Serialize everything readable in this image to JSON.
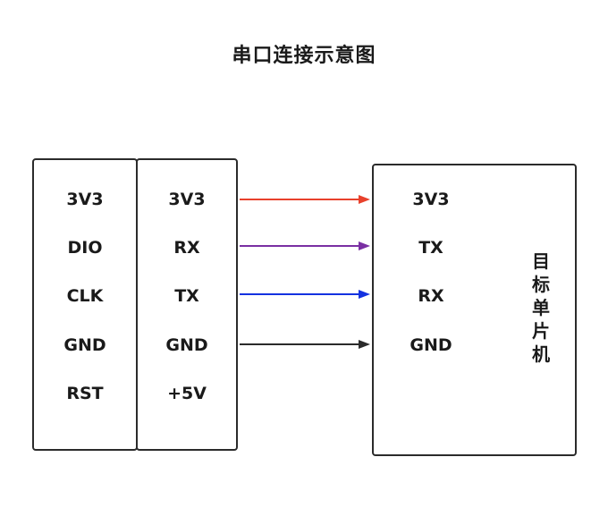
{
  "title": "串口连接示意图",
  "left_module": {
    "pins": [
      "3V3",
      "DIO",
      "CLK",
      "GND",
      "RST"
    ]
  },
  "middle_module": {
    "pins": [
      "3V3",
      "RX",
      "TX",
      "GND",
      "+5V"
    ]
  },
  "target_module": {
    "pins": [
      "3V3",
      "TX",
      "RX",
      "GND"
    ],
    "label": "目标单片机"
  },
  "connections": [
    {
      "from": "3V3",
      "to": "3V3",
      "color": "#e8412c"
    },
    {
      "from": "RX",
      "to": "TX",
      "color": "#7a2fa3"
    },
    {
      "from": "TX",
      "to": "RX",
      "color": "#1432e0"
    },
    {
      "from": "GND",
      "to": "GND",
      "color": "#2b2b2b"
    }
  ]
}
